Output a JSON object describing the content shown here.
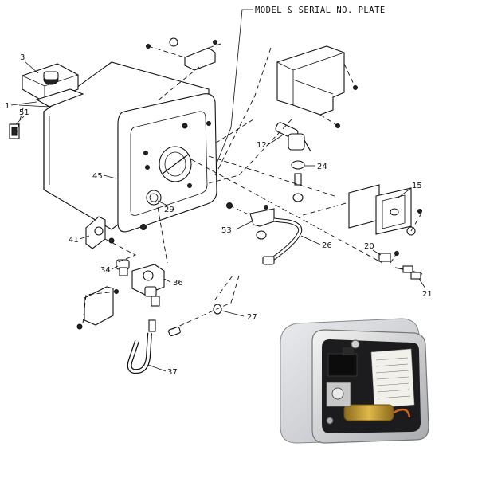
{
  "diagram": {
    "header_label": "MODEL & SERIAL NO. PLATE",
    "callouts": [
      {
        "id": "c3",
        "text": "3"
      },
      {
        "id": "c1",
        "text": "1"
      },
      {
        "id": "c51",
        "text": "51"
      },
      {
        "id": "c45",
        "text": "45"
      },
      {
        "id": "c41",
        "text": "41"
      },
      {
        "id": "c12",
        "text": "12"
      },
      {
        "id": "c24",
        "text": "24"
      },
      {
        "id": "c29",
        "text": "29"
      },
      {
        "id": "c15",
        "text": "15"
      },
      {
        "id": "c53",
        "text": "53"
      },
      {
        "id": "c26",
        "text": "26"
      },
      {
        "id": "c20",
        "text": "20"
      },
      {
        "id": "c21",
        "text": "21"
      },
      {
        "id": "c34",
        "text": "34"
      },
      {
        "id": "c36",
        "text": "36"
      },
      {
        "id": "c27",
        "text": "27"
      },
      {
        "id": "c37",
        "text": "37"
      }
    ]
  }
}
